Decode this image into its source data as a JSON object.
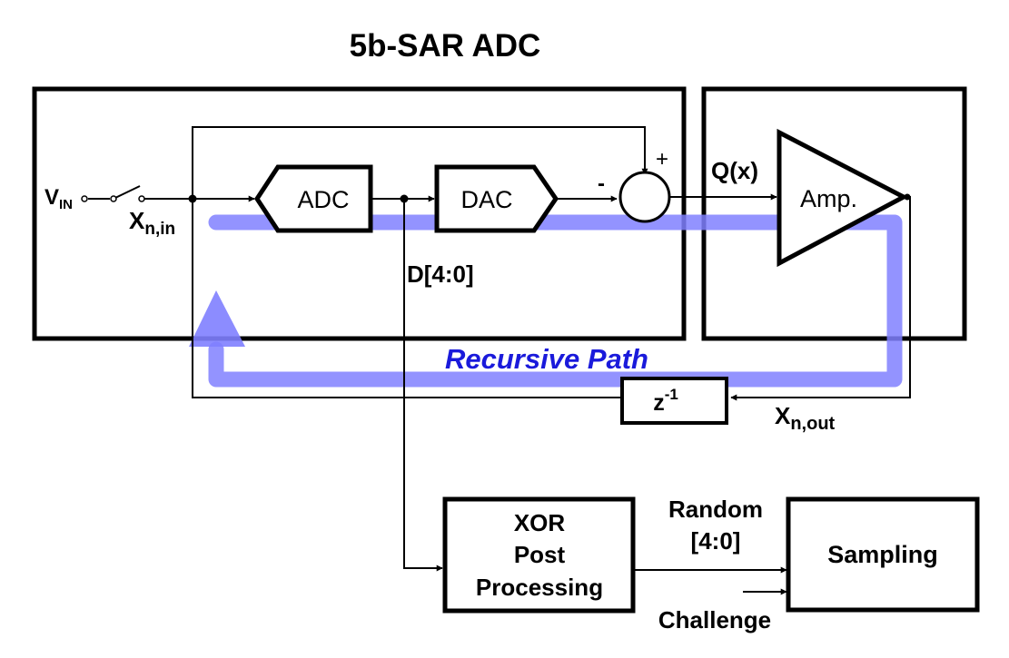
{
  "title": "5b-SAR ADC",
  "input": {
    "v_main": "V",
    "v_sub": "IN",
    "x_main": "X",
    "x_sub": "n,in"
  },
  "blocks": {
    "adc": "ADC",
    "dac": "DAC",
    "amp": "Amp.",
    "delay_main": "z",
    "delay_sup": "-1",
    "sampling": "Sampling",
    "xor": [
      "XOR",
      "Post",
      "Processing"
    ]
  },
  "signals": {
    "plus": "+",
    "minus": "-",
    "qx": "Q(x)",
    "dbus": "D[4:0]",
    "xout_main": "X",
    "xout_sub": "n,out",
    "random": [
      "Random",
      "[4:0]"
    ],
    "challenge": "Challenge"
  },
  "annotation": "Recursive Path",
  "colors": {
    "recursive_path": "#8080ff",
    "recursive_text": "#1a1adb",
    "line": "#000000"
  }
}
